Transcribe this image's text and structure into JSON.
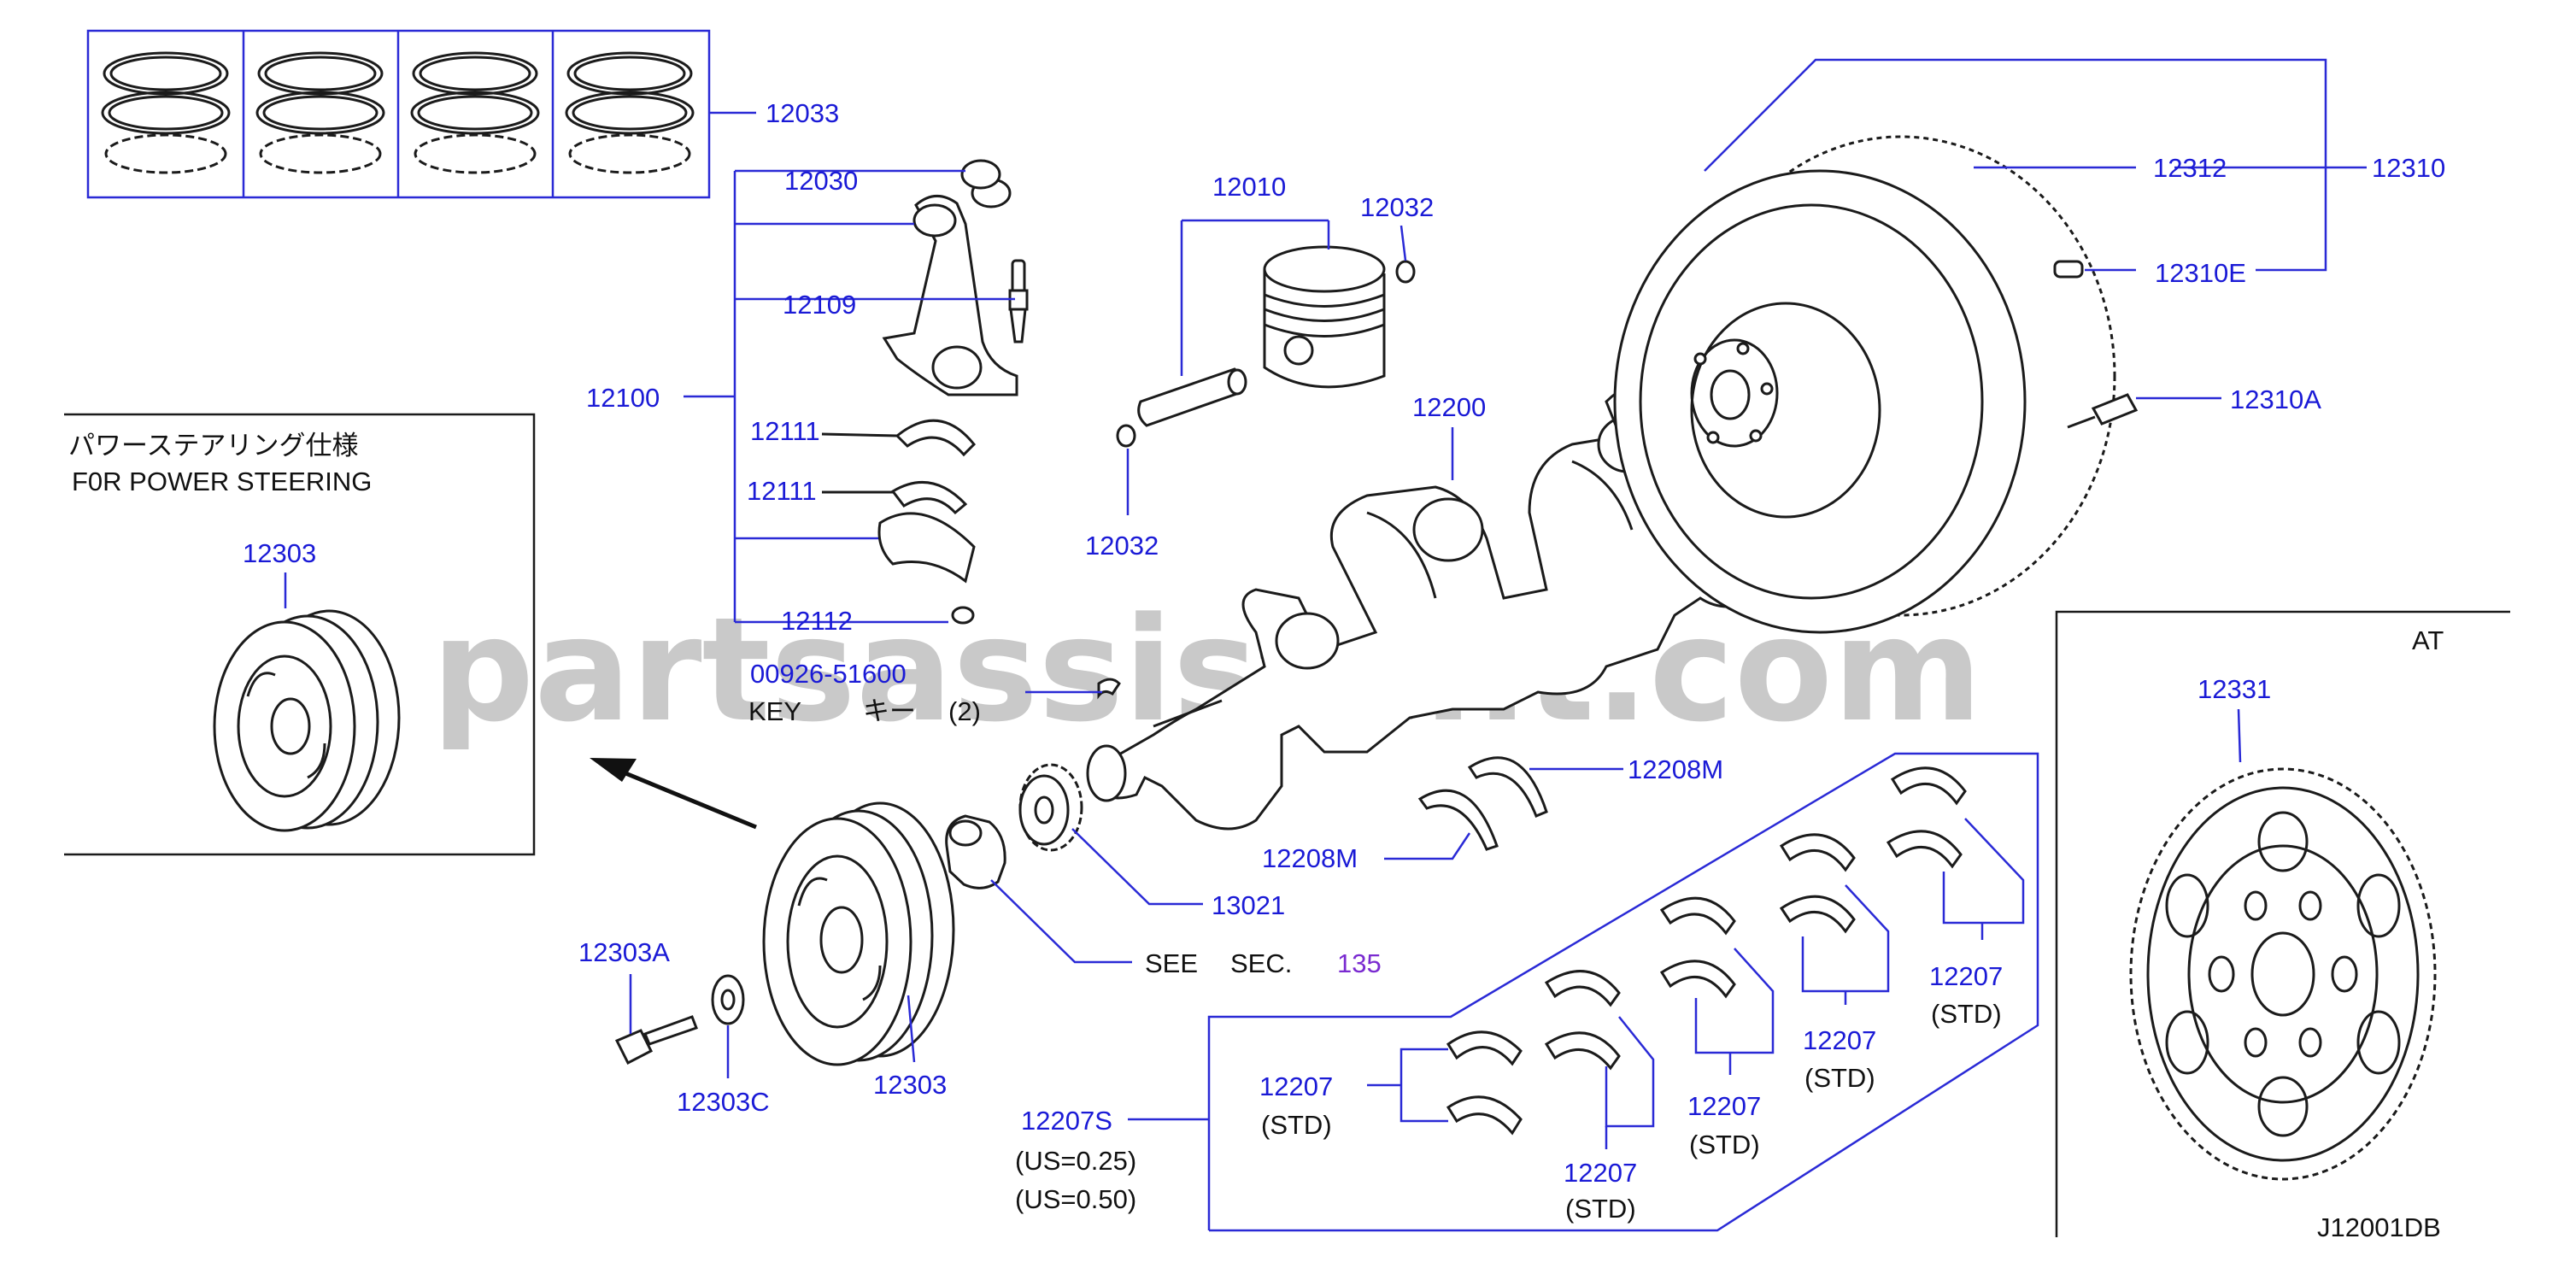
{
  "diagram_id": "J12001DB",
  "watermark": "partsassistant.com",
  "inset_power_steering": {
    "jp_title": "パワーステアリング仕様",
    "en_title": "F0R  POWER  STEERING",
    "part": "12303"
  },
  "inset_at": {
    "title": "AT",
    "part": "12331"
  },
  "callouts": {
    "p12033": "12033",
    "p12030": "12030",
    "p12010": "12010",
    "p12032a": "12032",
    "p12109": "12109",
    "p12100": "12100",
    "p12111a": "12111",
    "p12111b": "12111",
    "p12112": "12112",
    "p12032b": "12032",
    "p12200": "12200",
    "p12312": "12312",
    "p12310": "12310",
    "p12310e": "12310E",
    "p12310a": "12310A",
    "p00926": "00926-51600",
    "key_label": "KEY",
    "key_jp": "キー",
    "key_qty": "(2)",
    "p12208m_a": "12208M",
    "p12208m_b": "12208M",
    "p13021": "13021",
    "see": "SEE",
    "sec": "SEC.",
    "sec_num": "135",
    "p12303a": "12303A",
    "p12303c": "12303C",
    "p12303": "12303",
    "p12207s": "12207S",
    "us025": "(US=0.25)",
    "us050": "(US=0.50)",
    "b1_num": "12207",
    "b1_std": "(STD)",
    "b2_num": "12207",
    "b2_std": "(STD)",
    "b3_num": "12207",
    "b3_std": "(STD)",
    "b4_num": "12207",
    "b4_std": "(STD)",
    "b5_num": "12207",
    "b5_std": "(STD)"
  },
  "colors": {
    "part_number": "#1a1ad6",
    "section_ref": "#7a2bd0",
    "lines": "#2a2ad6",
    "drawing": "#1b1b1b",
    "watermark": "#c9c9c9"
  }
}
